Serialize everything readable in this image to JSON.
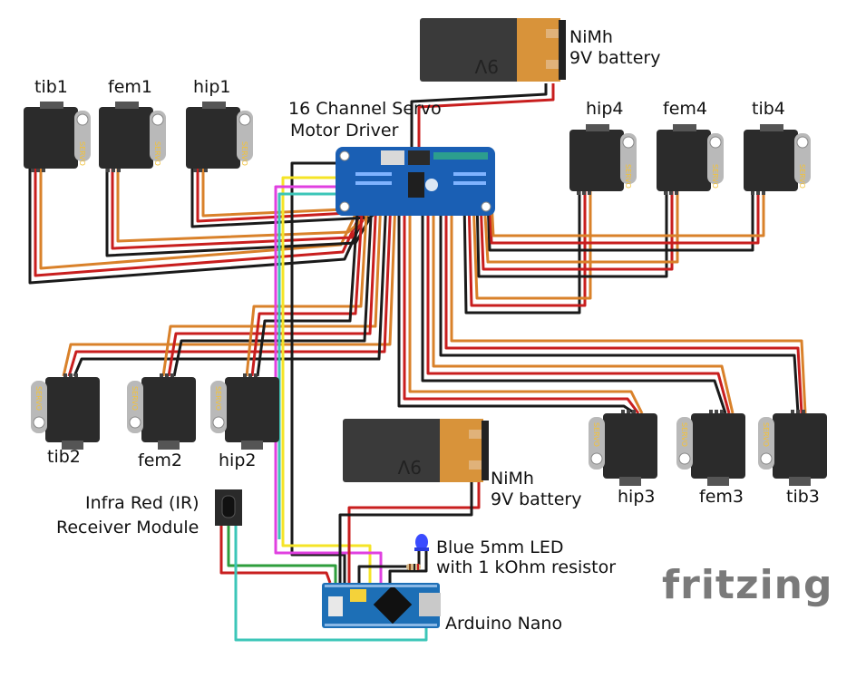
{
  "labels": {
    "battery_top": [
      "NiMh",
      "9V battery"
    ],
    "battery_mid": [
      "NiMh",
      "9V battery"
    ],
    "battery_face": "9V",
    "driver": [
      "16 Channel Servo",
      "Motor Driver"
    ],
    "ir": [
      "Infra Red (IR)",
      "Receiver Module"
    ],
    "led": [
      "Blue 5mm LED",
      "with 1 kOhm resistor"
    ],
    "nano": "Arduino Nano",
    "servo_text": "SERVO",
    "watermark": "fritzing"
  },
  "servos": [
    {
      "id": "tib1",
      "label": "tib1"
    },
    {
      "id": "fem1",
      "label": "fem1"
    },
    {
      "id": "hip1",
      "label": "hip1"
    },
    {
      "id": "hip4",
      "label": "hip4"
    },
    {
      "id": "fem4",
      "label": "fem4"
    },
    {
      "id": "tib4",
      "label": "tib4"
    },
    {
      "id": "tib2",
      "label": "tib2"
    },
    {
      "id": "fem2",
      "label": "fem2"
    },
    {
      "id": "hip2",
      "label": "hip2"
    },
    {
      "id": "hip3",
      "label": "hip3"
    },
    {
      "id": "fem3",
      "label": "fem3"
    },
    {
      "id": "tib3",
      "label": "tib3"
    }
  ],
  "colors": {
    "servo_body": "#2b2b2b",
    "servo_tab": "#b9b9b9",
    "servo_label": "#f2c23a",
    "board_blue": "#1a5fb4",
    "nano_blue": "#1d6fb6",
    "wire_black": "#1a1a1a",
    "wire_red": "#c81e1e",
    "wire_orange": "#d9812a",
    "wire_yellow": "#f5e427",
    "wire_magenta": "#e040e0",
    "wire_cyan": "#3cc6b8",
    "wire_green": "#2e9e3c",
    "battery_body": "#3a3a3a",
    "battery_label": "#d8933a",
    "led_blue": "#3a4bff"
  }
}
